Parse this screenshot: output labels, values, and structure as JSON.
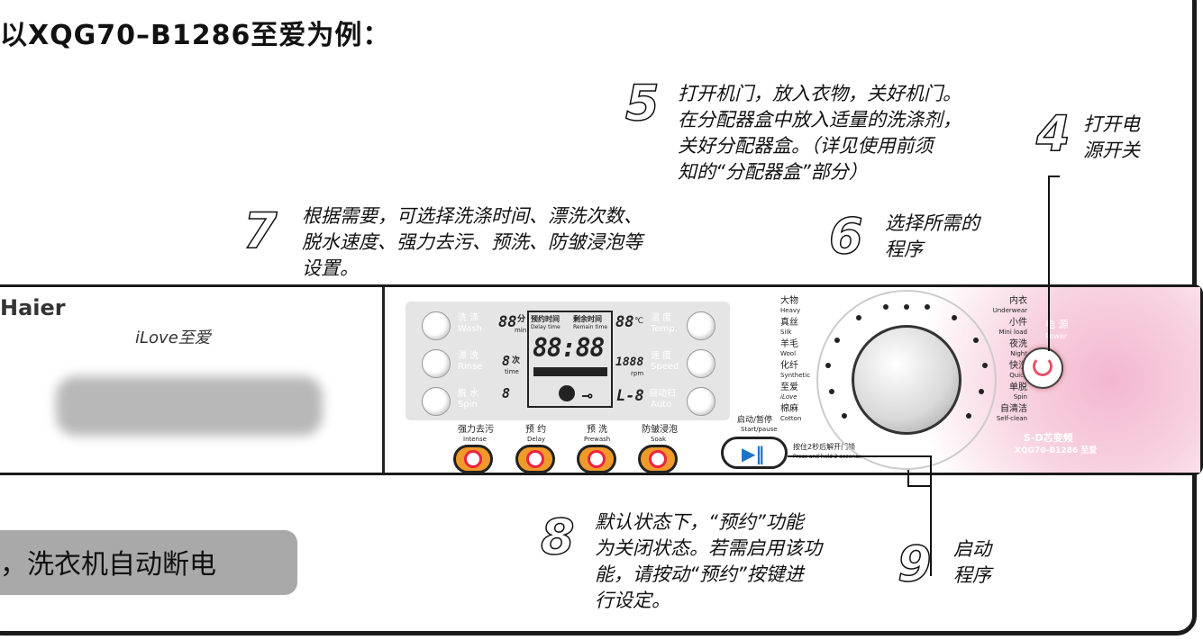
{
  "title": "以XQG70–B1286至爱为例：",
  "steps": {
    "s4": {
      "num": "4",
      "text": "打开电\n源开关"
    },
    "s5": {
      "num": "5",
      "text": "打开机门，放入衣物，关好机门。\n在分配器盒中放入适量的洗涤剂，\n关好分配器盒。（详见使用前须\n知的“分配器盒”部分）"
    },
    "s6": {
      "num": "6",
      "text": "选择所需的\n程序"
    },
    "s7": {
      "num": "7",
      "text": "根据需要，可选择洗涤时间、漂洗次数、\n脱水速度、强力去污、预洗、防皱浸泡等\n设置。"
    },
    "s8": {
      "num": "8",
      "text": "默认状态下，“预约”功能\n为关闭状态。若需启用该功\n能，请按动“预约”按键进\n行设定。"
    },
    "s9": {
      "num": "9",
      "text": "启动\n程序"
    }
  },
  "panel": {
    "brand": "Haier",
    "ilove": "iLove至爱",
    "left_buttons": [
      {
        "cn": "洗 涤",
        "en": "Wash"
      },
      {
        "cn": "漂 洗",
        "en": "Rinse"
      },
      {
        "cn": "脱 水",
        "en": "Spin"
      }
    ],
    "right_buttons": [
      {
        "cn": "温 度",
        "en": "Temp."
      },
      {
        "cn": "速 度",
        "en": "Speed"
      },
      {
        "cn": "自动扫",
        "en": "Auto"
      }
    ],
    "lcd": {
      "wash_min": "88",
      "min_unit": "分",
      "min_en": "min",
      "rinse_times": "8",
      "times_unit": "次",
      "times_en": "time",
      "spin_min": "8",
      "delay_cn": "预约时间",
      "delay_en": "Delay time",
      "remain_cn": "剩余时间",
      "remain_en": "Remain time",
      "clock": "88:88",
      "temp": "88",
      "temp_unit": "℃",
      "rpm": "1888",
      "rpm_en": "rpm",
      "code": "L-8"
    },
    "option_buttons": [
      {
        "cn": "强力去污",
        "en": "Intense"
      },
      {
        "cn": "预 约",
        "en": "Delay"
      },
      {
        "cn": "预 洗",
        "en": "Prewash"
      },
      {
        "cn": "防皱浸泡",
        "en": "Soak"
      }
    ],
    "start": {
      "cn": "启动/暂停",
      "en": "Start/pause",
      "hint_cn": "按住2秒后解开门锁",
      "hint_en": "Press and hold 2 seconds"
    },
    "programs_left": [
      {
        "cn": "大物",
        "en": "Heavy"
      },
      {
        "cn": "真丝",
        "en": "Silk"
      },
      {
        "cn": "羊毛",
        "en": "Wool"
      },
      {
        "cn": "化纤",
        "en": "Synthetic"
      },
      {
        "cn": "至爱",
        "en": "iLove"
      },
      {
        "cn": "棉麻",
        "en": "Cotton"
      }
    ],
    "programs_right": [
      {
        "cn": "内衣",
        "en": "Underwear"
      },
      {
        "cn": "小件",
        "en": "Mini load"
      },
      {
        "cn": "夜洗",
        "en": "Night"
      },
      {
        "cn": "快洗",
        "en": "Quick"
      },
      {
        "cn": "单脱",
        "en": "Spin"
      },
      {
        "cn": "自清洁",
        "en": "Self-clean"
      }
    ],
    "power": {
      "cn": "电 源",
      "en": "Power"
    },
    "model_line1": "S-D芯变频",
    "model_line2": "XQG70-B1286 至爱"
  },
  "bubble": "，洗衣机自动断电"
}
